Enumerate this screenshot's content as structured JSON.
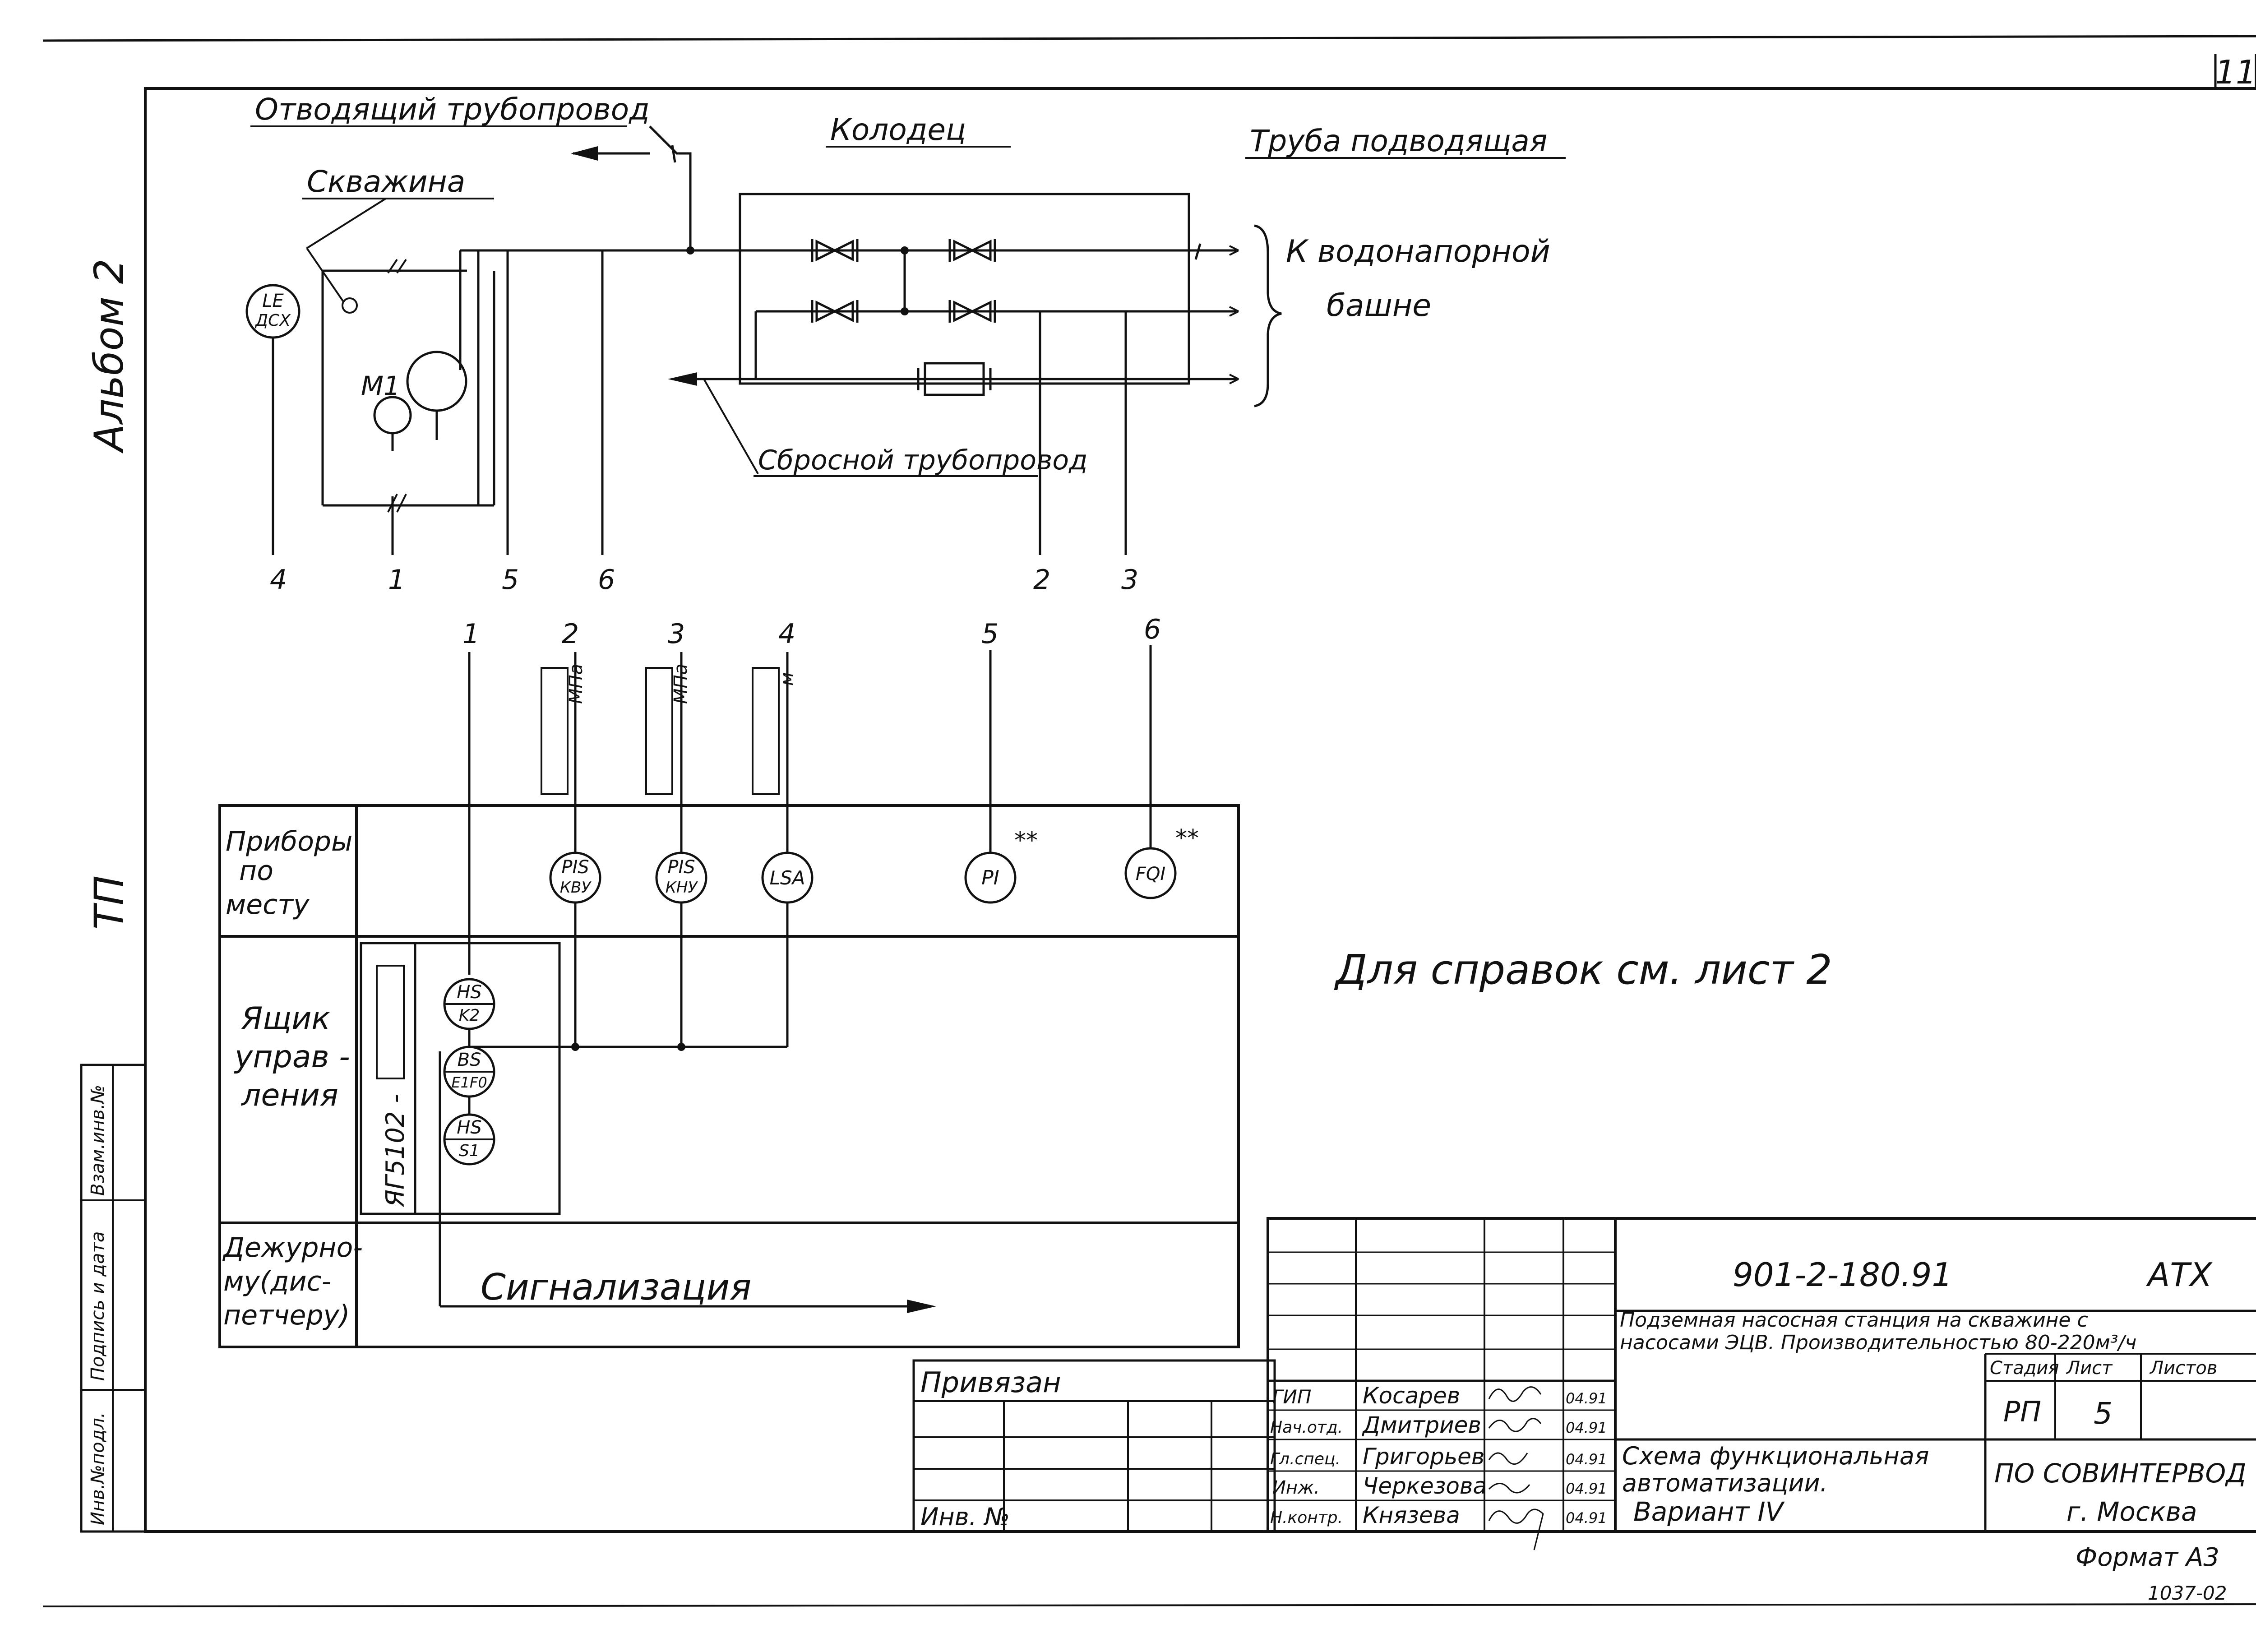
{
  "page_number": "11",
  "bottom_code": "1037-02",
  "margin": {
    "album": "Альбом 2",
    "series": "ТП",
    "stamp_cols": [
      "Инв.№подл.",
      "Подпись и дата",
      "Взам.инв.№"
    ]
  },
  "process": {
    "outlet_pipe": "Отводящий трубопровод",
    "well_chamber": "Колодец",
    "inlet_pipe": "Труба подводящая",
    "borehole": "Скважина",
    "to_tower_line1": "К водонапорной",
    "to_tower_line2": "башне",
    "discharge_pipe": "Сбросной трубопровод",
    "motor": "М1",
    "level_sensor": {
      "top": "LE",
      "bottom": "ДСХ"
    },
    "line_numbers": [
      "4",
      "1",
      "5",
      "6",
      "2",
      "3"
    ]
  },
  "instruments": {
    "top_numbers": [
      "1",
      "2",
      "3",
      "4",
      "5",
      "6"
    ],
    "range_labels": [
      "МПа",
      "МПа",
      "м"
    ],
    "field": [
      {
        "top": "PIS",
        "bottom": "КВУ"
      },
      {
        "top": "PIS",
        "bottom": "КНУ"
      },
      {
        "top": "LSA",
        "bottom": ""
      },
      {
        "top": "PI",
        "bottom": "",
        "mark": "**"
      },
      {
        "top": "FQI",
        "bottom": "",
        "mark": "**"
      }
    ],
    "panel": [
      {
        "top": "HS",
        "bottom": "K2"
      },
      {
        "top": "BS",
        "bottom": "E1F0"
      },
      {
        "top": "HS",
        "bottom": "S1"
      }
    ],
    "panel_label": "ЯГ5102 -"
  },
  "rows": {
    "r1": [
      "Приборы",
      "по",
      "месту"
    ],
    "r2": [
      "Ящик",
      "управ -",
      "ления"
    ],
    "r3": [
      "Дежурно-",
      "му(дис-",
      "петчеру)"
    ]
  },
  "signaling": "Сигнализация",
  "reference_note": "Для справок см. лист 2",
  "title_block": {
    "doc_code": "901-2-180.91",
    "doc_mark": "АТХ",
    "project_line1": "Подземная насосная станция на скважине с",
    "project_line2": "насосами ЭЦВ. Производительностью 80-220м³/ч",
    "headers": [
      "Стадия",
      "Лист",
      "Листов"
    ],
    "stage": "РП",
    "sheet": "5",
    "sheets": "",
    "staff": [
      {
        "role": "ГИП",
        "name": "Косарев",
        "date": "04.91"
      },
      {
        "role": "Нач.отд.",
        "name": "Дмитриев",
        "date": "04.91"
      },
      {
        "role": "Гл.спец.",
        "name": "Григорьев",
        "date": "04.91"
      },
      {
        "role": "Инж.",
        "name": "Черкезова",
        "date": "04.91"
      },
      {
        "role": "Н.контр.",
        "name": "Князева",
        "date": "04.91"
      }
    ],
    "drawing_line1": "Схема функциональная",
    "drawing_line2": "автоматизации.",
    "drawing_line3": "Вариант IV",
    "org_line1": "ПО СОВИНТЕРВОД",
    "org_line2": "г. Москва",
    "format": "Формат А3"
  },
  "linked_block": {
    "title": "Привязан",
    "inv": "Инв. №"
  }
}
